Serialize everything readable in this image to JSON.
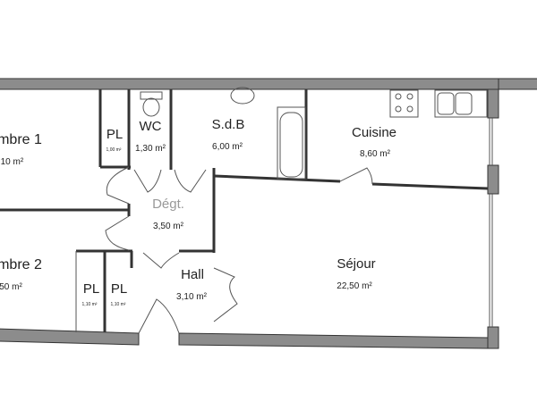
{
  "rooms": [
    {
      "name": "mbre 1",
      "area": ",10 m²"
    },
    {
      "name": "mbre 2",
      "area": "50 m²"
    },
    {
      "name": "PL",
      "area": "1,00 m²"
    },
    {
      "name": "WC",
      "area": "1,30 m²"
    },
    {
      "name": "S.d.B",
      "area": "6,00 m²"
    },
    {
      "name": "Cuisine",
      "area": "8,60 m²"
    },
    {
      "name": "Dégt.",
      "area": "3,50 m²"
    },
    {
      "name": "Hall",
      "area": "3,10 m²"
    },
    {
      "name": "Séjour",
      "area": "22,50 m²"
    },
    {
      "name": "PL",
      "area": "1,10 m²"
    },
    {
      "name": "PL",
      "area": "1,10 m²"
    }
  ],
  "colors": {
    "wall": "#8c8c8c",
    "outline": "#333333"
  }
}
